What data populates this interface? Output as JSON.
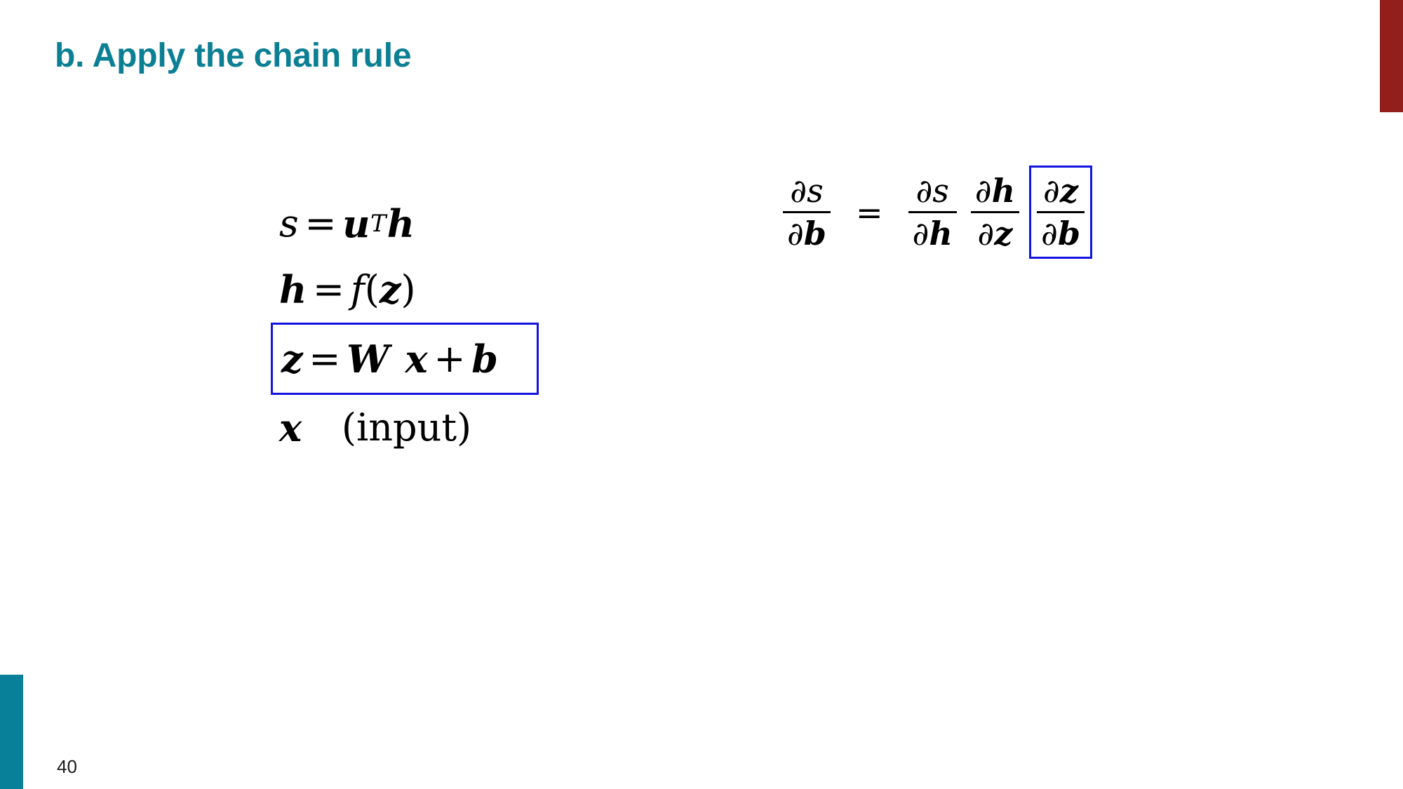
{
  "slide": {
    "title": "b. Apply the chain rule",
    "page_number": "40",
    "title_color": "#0b7f93",
    "accent_red": "#931f1d",
    "accent_teal": "#08809a",
    "highlight_box_color": "#1414e0"
  },
  "equations": {
    "definitions": [
      {
        "id": "score",
        "latex": "s = u^T h",
        "lhs": "s",
        "relation": "=",
        "rhs": "uᵀh",
        "boxed": false
      },
      {
        "id": "hidden",
        "latex": "h = f(z)",
        "lhs": "h",
        "relation": "=",
        "rhs": "f(z)",
        "boxed": false
      },
      {
        "id": "preactivation",
        "latex": "z = Wx + b",
        "lhs": "z",
        "relation": "=",
        "rhs": "Wx + b",
        "boxed": true
      },
      {
        "id": "input",
        "latex": "x \\quad (\\text{input})",
        "lhs": "x",
        "relation": "",
        "rhs": "(input)",
        "boxed": false,
        "annotation": "(input)"
      }
    ],
    "symbols": {
      "s": "s",
      "u": "u",
      "T": "T",
      "h": "h",
      "f": "f",
      "z": "z",
      "W": "W",
      "x": "x",
      "b": "b",
      "partial": "∂",
      "equals": "=",
      "plus": "+",
      "lparen": "(",
      "rparen": ")",
      "input_text": "(input)"
    },
    "chain_rule": {
      "latex": "\\frac{\\partial s}{\\partial b} = \\frac{\\partial s}{\\partial h}\\frac{\\partial h}{\\partial z}\\frac{\\partial z}{\\partial b}",
      "lhs": {
        "numerator": "∂s",
        "denominator": "∂b"
      },
      "relation": "=",
      "factors": [
        {
          "numerator": "∂s",
          "denominator": "∂h",
          "boxed": false
        },
        {
          "numerator": "∂h",
          "denominator": "∂z",
          "boxed": false
        },
        {
          "numerator": "∂z",
          "denominator": "∂b",
          "boxed": true
        }
      ],
      "parts": {
        "lhs_num_partial": "∂",
        "lhs_num_var": "s",
        "lhs_den_partial": "∂",
        "lhs_den_var": "b",
        "f1_num_partial": "∂",
        "f1_num_var": "s",
        "f1_den_partial": "∂",
        "f1_den_var": "h",
        "f2_num_partial": "∂",
        "f2_num_var": "h",
        "f2_den_partial": "∂",
        "f2_den_var": "z",
        "f3_num_partial": "∂",
        "f3_num_var": "z",
        "f3_den_partial": "∂",
        "f3_den_var": "b"
      }
    }
  }
}
